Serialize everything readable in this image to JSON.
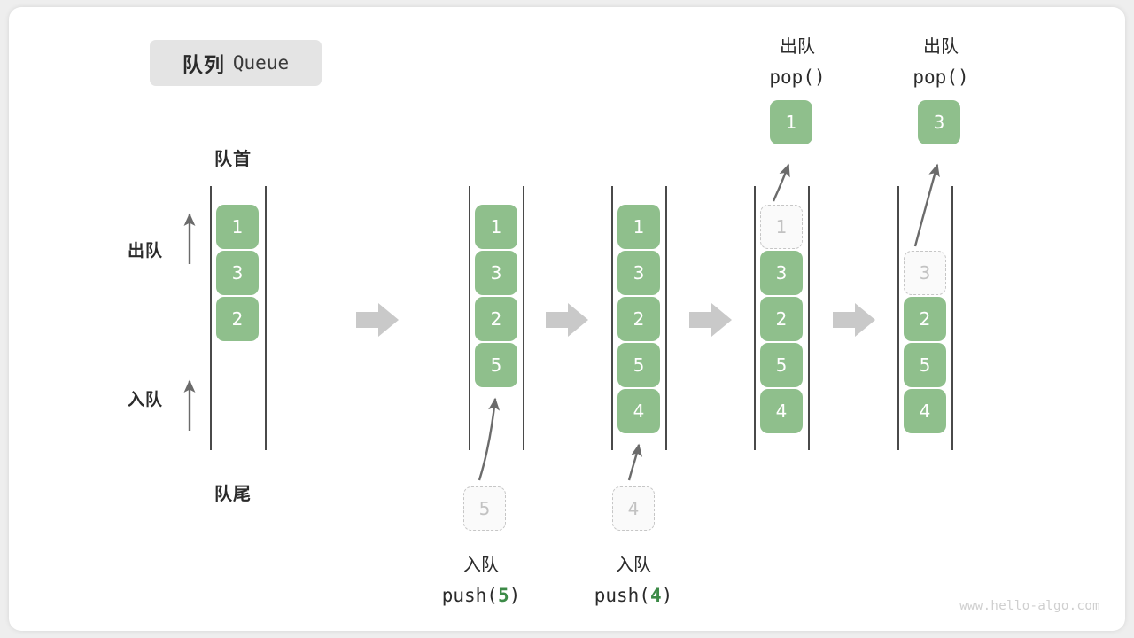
{
  "title": {
    "cn": "队列",
    "en": "Queue"
  },
  "labels": {
    "front": "队首",
    "back": "队尾",
    "dequeue": "出队",
    "enqueue": "入队"
  },
  "watermark": "www.hello-algo.com",
  "colors": {
    "box_fill": "#8fbf8c",
    "box_text": "#ffffff",
    "ghost_border": "#c6c6c6",
    "ghost_text": "#c2c2c2",
    "rail": "#4a4a4a",
    "arrow": "#6b6b6b",
    "step_arrow": "#c9c9c9",
    "accent_code": "#3c8a47",
    "card_bg": "#ffffff",
    "page_bg": "#eeeeee",
    "chip_bg": "#e4e4e4"
  },
  "steps": [
    {
      "id": "initial",
      "queue": [
        {
          "value": "1",
          "state": "filled"
        },
        {
          "value": "3",
          "state": "filled"
        },
        {
          "value": "2",
          "state": "filled"
        }
      ],
      "caption_cn": "",
      "caption_code": "",
      "incoming": null,
      "outgoing": null
    },
    {
      "id": "push-5",
      "queue": [
        {
          "value": "1",
          "state": "filled"
        },
        {
          "value": "3",
          "state": "filled"
        },
        {
          "value": "2",
          "state": "filled"
        },
        {
          "value": "5",
          "state": "filled"
        }
      ],
      "caption_cn": "入队",
      "caption_code_prefix": "push(",
      "caption_code_arg": "5",
      "caption_code_suffix": ")",
      "incoming": {
        "value": "5",
        "state": "ghost"
      },
      "outgoing": null
    },
    {
      "id": "push-4",
      "queue": [
        {
          "value": "1",
          "state": "filled"
        },
        {
          "value": "3",
          "state": "filled"
        },
        {
          "value": "2",
          "state": "filled"
        },
        {
          "value": "5",
          "state": "filled"
        },
        {
          "value": "4",
          "state": "filled"
        }
      ],
      "caption_cn": "入队",
      "caption_code_prefix": "push(",
      "caption_code_arg": "4",
      "caption_code_suffix": ")",
      "incoming": {
        "value": "4",
        "state": "ghost"
      },
      "outgoing": null
    },
    {
      "id": "pop-1",
      "queue": [
        {
          "value": "1",
          "state": "ghost"
        },
        {
          "value": "3",
          "state": "filled"
        },
        {
          "value": "2",
          "state": "filled"
        },
        {
          "value": "5",
          "state": "filled"
        },
        {
          "value": "4",
          "state": "filled"
        }
      ],
      "header_cn": "出队",
      "header_code": "pop()",
      "outgoing": {
        "value": "1",
        "state": "filled"
      },
      "incoming": null
    },
    {
      "id": "pop-3",
      "queue": [
        {
          "value": "",
          "state": "empty"
        },
        {
          "value": "3",
          "state": "ghost"
        },
        {
          "value": "2",
          "state": "filled"
        },
        {
          "value": "5",
          "state": "filled"
        },
        {
          "value": "4",
          "state": "filled"
        }
      ],
      "header_cn": "出队",
      "header_code": "pop()",
      "outgoing": {
        "value": "3",
        "state": "filled"
      },
      "incoming": null
    }
  ]
}
